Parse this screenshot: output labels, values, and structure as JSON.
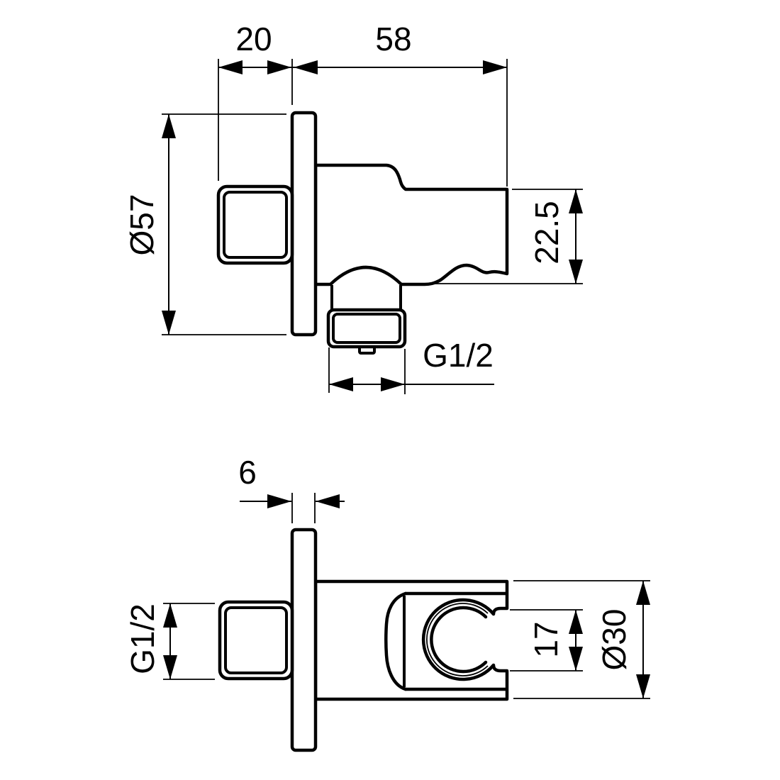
{
  "drawing": {
    "type": "technical-dimension-drawing",
    "subject": "wall elbow with hand shower holder, two orthographic views",
    "line_color": "#000000",
    "background_color": "#ffffff",
    "views": {
      "side": {
        "name": "side view",
        "dimensions": {
          "wall_offset": "20",
          "projection": "58",
          "rosette_diameter": "Ø57",
          "outlet_drop": "22.5",
          "outlet_thread": "G1/2"
        }
      },
      "bottom": {
        "name": "bottom view",
        "dimensions": {
          "rosette_thickness": "6",
          "inlet_thread": "G1/2",
          "holder_opening": "17",
          "holder_diameter": "Ø30"
        }
      }
    }
  }
}
